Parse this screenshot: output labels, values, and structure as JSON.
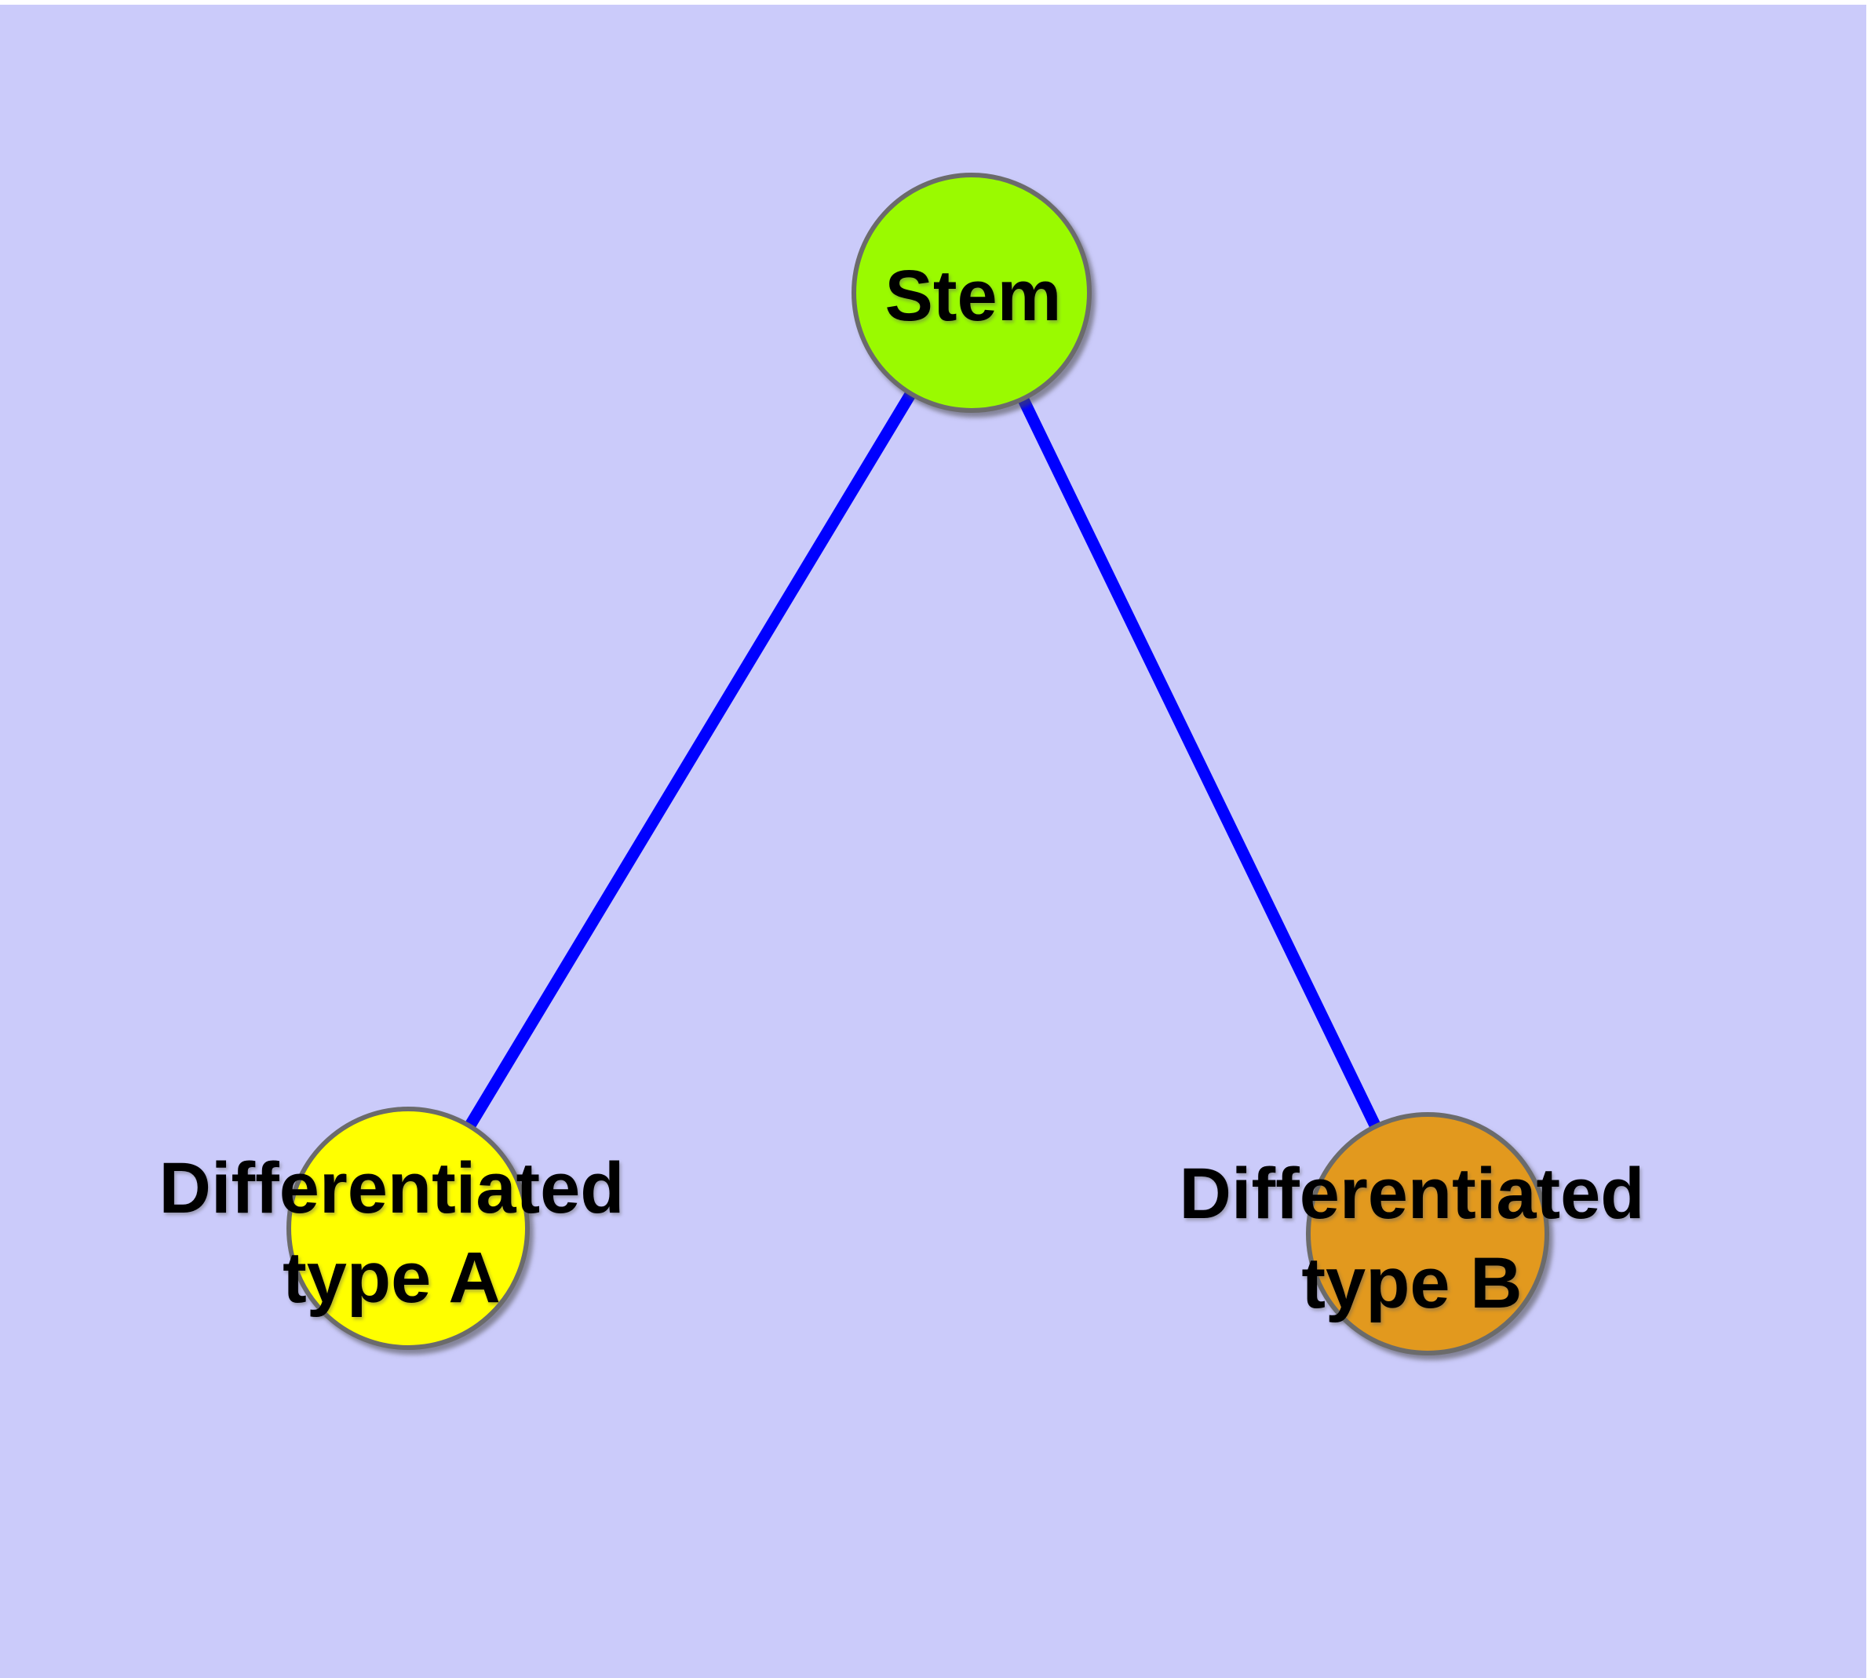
{
  "diagram": {
    "description": "Stem cell differentiation graph",
    "background_color": "#CBCBFA",
    "margin_color": "#FFFFFF",
    "edge_color": "#0000FF",
    "node_border_color": "#6B6B6B",
    "label_color": "#000000",
    "nodes": [
      {
        "id": "stem",
        "label": "Stem",
        "label_lines": [
          "Stem"
        ],
        "fill_color": "#9AFA00"
      },
      {
        "id": "differentiated-type-a",
        "label": "Differentiated type A",
        "label_lines": [
          "Differentiated",
          "type A"
        ],
        "fill_color": "#FFFF00"
      },
      {
        "id": "differentiated-type-b",
        "label": "Differentiated type B",
        "label_lines": [
          "Differentiated",
          "type B"
        ],
        "fill_color": "#E2991E"
      }
    ],
    "edges": [
      {
        "from": "Stem",
        "to": "Differentiated type A"
      },
      {
        "from": "Stem",
        "to": "Differentiated type B"
      }
    ]
  }
}
